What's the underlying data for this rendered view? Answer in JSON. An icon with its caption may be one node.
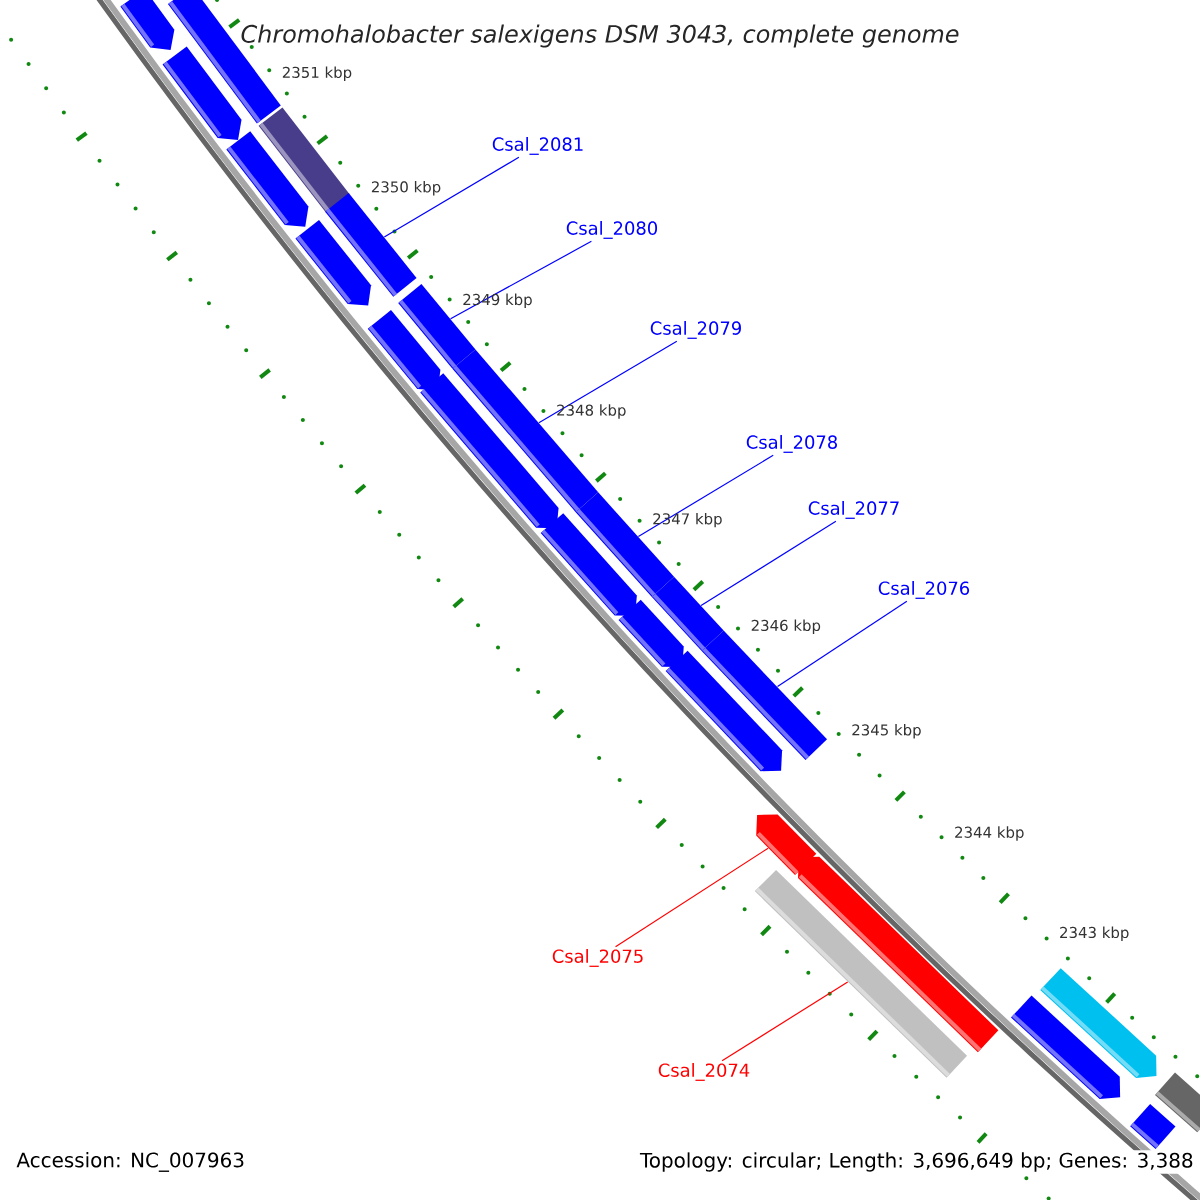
{
  "diagram": {
    "title": "Chromohalobacter salexigens DSM 3043, complete genome",
    "nodes": [
      {
        "text": [
          "Csal_2081"
        ]
      },
      {
        "text": [
          "Csal_2080"
        ]
      },
      {
        "text": [
          "Csal_2079"
        ]
      },
      {
        "text": [
          "Csal_2078"
        ]
      },
      {
        "text": [
          "Csal_2077"
        ]
      },
      {
        "text": [
          "Csal_2076"
        ]
      },
      {
        "text": [
          "Csal_2075"
        ]
      },
      {
        "text": [
          "Csal_2074"
        ]
      },
      {
        "text": [],
        "shape": "bar"
      },
      {
        "text": [],
        "shape": "arrow"
      },
      {
        "text": [],
        "shape": "arrow"
      },
      {
        "text": [],
        "shape": "bar"
      },
      {
        "text": [],
        "shape": "arrow"
      },
      {
        "text": [],
        "shape": "bar"
      },
      {
        "text": [],
        "shape": "arrow"
      },
      {
        "text": [],
        "shape": "bar"
      },
      {
        "text": [],
        "shape": "arrow"
      },
      {
        "text": [],
        "shape": "bar"
      },
      {
        "text": [],
        "shape": "arrow"
      },
      {
        "text": [],
        "shape": "bar"
      },
      {
        "text": [],
        "shape": "arrow"
      },
      {
        "text": [],
        "shape": "bar"
      },
      {
        "text": [],
        "shape": "arrow"
      },
      {
        "text": [],
        "shape": "bar"
      },
      {
        "text": [],
        "shape": "arrow"
      },
      {
        "text": [],
        "shape": "arrow"
      },
      {
        "text": [],
        "shape": "arrow"
      },
      {
        "text": [],
        "shape": "bar"
      },
      {
        "text": [],
        "shape": "arrow"
      },
      {
        "text": [],
        "shape": "arrow"
      },
      {
        "text": [],
        "shape": "bar"
      },
      {
        "text": [],
        "shape": "arrow"
      }
    ],
    "edges": [
      {
        "from": 0,
        "to": 13,
        "arrow": "none"
      },
      {
        "from": 1,
        "to": 15,
        "arrow": "none"
      },
      {
        "from": 2,
        "to": 17,
        "arrow": "none"
      },
      {
        "from": 3,
        "to": 19,
        "arrow": "none"
      },
      {
        "from": 4,
        "to": 21,
        "arrow": "none"
      },
      {
        "from": 5,
        "to": 23,
        "arrow": "none"
      },
      {
        "from": 6,
        "to": 25,
        "arrow": "none",
        "color": "#ff0000"
      },
      {
        "from": 7,
        "to": 27,
        "arrow": "none",
        "color": "#ff0000"
      }
    ],
    "labels": [
      "2351 kbp",
      "2350 kbp",
      "2349 kbp",
      "2348 kbp",
      "2347 kbp",
      "2346 kbp",
      "2345 kbp",
      "2344 kbp",
      "2343 kbp",
      "Accession: NC_007963",
      "Topology: circular; Length: 3,696,649 bp; Genes: 3,388"
    ]
  }
}
